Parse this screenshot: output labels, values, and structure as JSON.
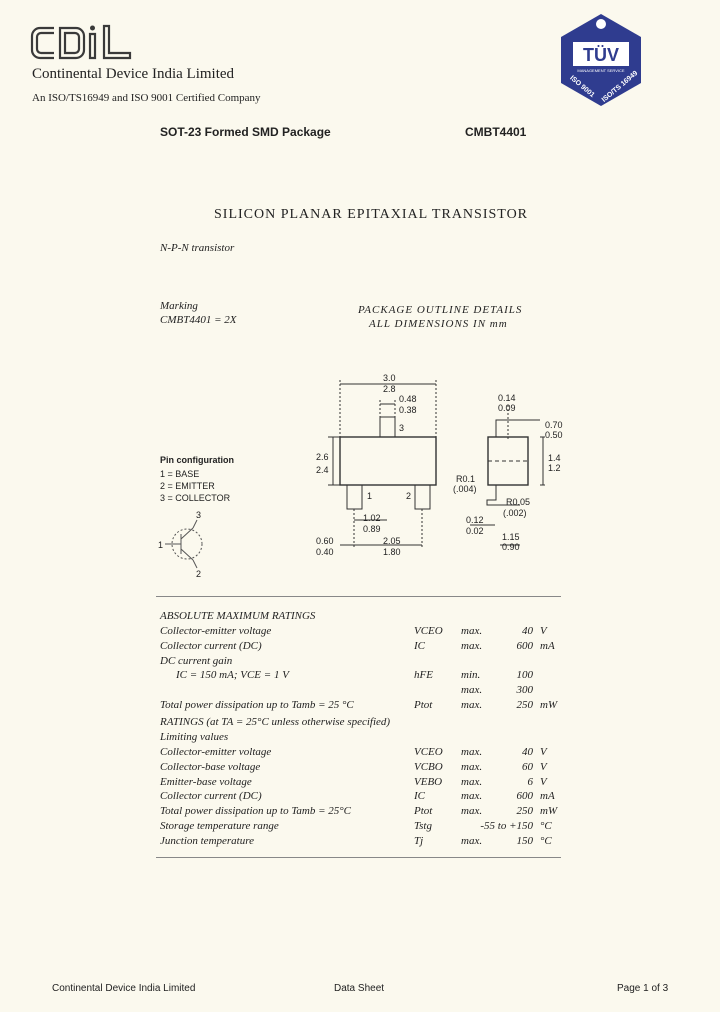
{
  "header": {
    "logo_text": "CDIL",
    "company": "Continental Device India Limited",
    "certification": "An ISO/TS16949 and ISO 9001 Certified Company",
    "badge": {
      "brand": "TÜV",
      "sub": "MANAGEMENT SERVICE",
      "left_text": "ISO 9001",
      "right_text": "ISO/TS 16949"
    }
  },
  "package": "SOT-23 Formed SMD Package",
  "part_number": "CMBT4401",
  "title": "SILICON PLANAR EPITAXIAL TRANSISTOR",
  "transistor_type": "N-P-N transistor",
  "marking": {
    "label": "Marking",
    "value": "CMBT4401 = 2X"
  },
  "outline": {
    "line1": "PACKAGE OUTLINE DETAILS",
    "line2": "ALL DIMENSIONS IN mm"
  },
  "dimensions": {
    "top_max": "3.0",
    "top_min": "2.8",
    "lead_max": "0.48",
    "lead_min": "0.38",
    "height_max": "2.6",
    "height_min": "2.4",
    "pitch_max": "1.02",
    "pitch_min": "0.89",
    "lead_pos_max": "0.60",
    "lead_pos_min": "0.40",
    "span_max": "2.05",
    "span_min": "1.80",
    "t_max": "0.14",
    "t_min": "0.09",
    "h1_max": "0.70",
    "h1_min": "0.50",
    "body_max": "1.4",
    "body_min": "1.2",
    "r1": "R0.1",
    "r1_in": "(.004)",
    "r2": "R0.05",
    "r2_in": "(.002)",
    "foot_max": "0.12",
    "foot_min": "0.02",
    "base_max": "1.15",
    "base_min": "0.90",
    "pin_label_1": "1",
    "pin_label_2": "2",
    "pin_label_3": "3"
  },
  "pins": {
    "heading": "Pin configuration",
    "items": [
      "1 = BASE",
      "2 = EMITTER",
      "3 = COLLECTOR"
    ],
    "symbol_labels": [
      "3",
      "1",
      "2"
    ]
  },
  "abs_max": {
    "heading": "ABSOLUTE MAXIMUM RATINGS",
    "rows": [
      {
        "param": "Collector-emitter voltage",
        "sym": "VCEO",
        "qual": "max.",
        "val": "40",
        "unit": "V"
      },
      {
        "param": "Collector current (DC)",
        "sym": "IC",
        "qual": "max.",
        "val": "600",
        "unit": "mA"
      },
      {
        "param": "DC current gain",
        "sym": "",
        "qual": "",
        "val": "",
        "unit": ""
      },
      {
        "param": "IC = 150 mA; VCE = 1 V",
        "sym": "hFE",
        "qual": "min.",
        "val": "100",
        "unit": ""
      },
      {
        "param": "",
        "sym": "",
        "qual": "max.",
        "val": "300",
        "unit": ""
      },
      {
        "param": "Total power dissipation up to Tamb = 25 °C",
        "sym": "Ptot",
        "qual": "max.",
        "val": "250",
        "unit": "mW"
      }
    ]
  },
  "ratings": {
    "heading": "RATINGS (at TA = 25°C unless otherwise specified)",
    "subheading": "Limiting values",
    "rows": [
      {
        "param": "Collector-emitter voltage",
        "sym": "VCEO",
        "qual": "max.",
        "val": "40",
        "unit": "V"
      },
      {
        "param": "Collector-base voltage",
        "sym": "VCBO",
        "qual": "max.",
        "val": "60",
        "unit": "V"
      },
      {
        "param": "Emitter-base voltage",
        "sym": "VEBO",
        "qual": "max.",
        "val": "6",
        "unit": "V"
      },
      {
        "param": "Collector current (DC)",
        "sym": "IC",
        "qual": "max.",
        "val": "600",
        "unit": "mA"
      },
      {
        "param": "Total power dissipation up to Tamb = 25°C",
        "sym": "Ptot",
        "qual": "max.",
        "val": "250",
        "unit": "mW"
      },
      {
        "param": "Storage temperature range",
        "sym": "Tstg",
        "qual": "",
        "val": "-55 to +150",
        "unit": "°C"
      },
      {
        "param": "Junction temperature",
        "sym": "Tj",
        "qual": "max.",
        "val": "150",
        "unit": "°C"
      }
    ]
  },
  "footer": {
    "left": "Continental Device India Limited",
    "center": "Data Sheet",
    "right": "Page 1 of 3"
  }
}
